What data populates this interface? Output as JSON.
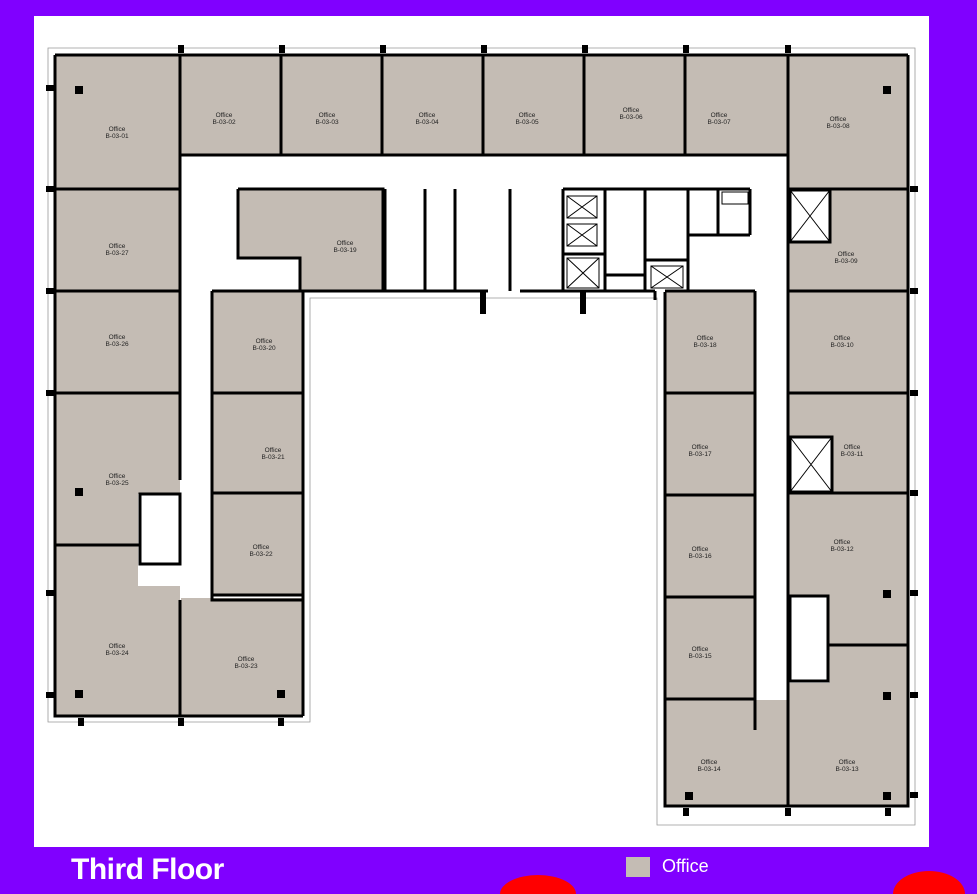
{
  "title": "Third Floor",
  "legend": {
    "items": [
      {
        "label": "Office",
        "color": "#c4bcb4"
      }
    ]
  },
  "colors": {
    "background": "#8000ff",
    "office_fill": "#c4bcb4",
    "wall": "#000000",
    "accent_blob": "#ff0000"
  },
  "rooms": [
    {
      "type": "Office",
      "id": "B-03-01"
    },
    {
      "type": "Office",
      "id": "B-03-02"
    },
    {
      "type": "Office",
      "id": "B-03-03"
    },
    {
      "type": "Office",
      "id": "B-03-04"
    },
    {
      "type": "Office",
      "id": "B-03-05"
    },
    {
      "type": "Office",
      "id": "B-03-06"
    },
    {
      "type": "Office",
      "id": "B-03-07"
    },
    {
      "type": "Office",
      "id": "B-03-08"
    },
    {
      "type": "Office",
      "id": "B-03-09"
    },
    {
      "type": "Office",
      "id": "B-03-10"
    },
    {
      "type": "Office",
      "id": "B-03-11"
    },
    {
      "type": "Office",
      "id": "B-03-12"
    },
    {
      "type": "Office",
      "id": "B-03-13"
    },
    {
      "type": "Office",
      "id": "B-03-14"
    },
    {
      "type": "Office",
      "id": "B-03-15"
    },
    {
      "type": "Office",
      "id": "B-03-16"
    },
    {
      "type": "Office",
      "id": "B-03-17"
    },
    {
      "type": "Office",
      "id": "B-03-18"
    },
    {
      "type": "Office",
      "id": "B-03-19"
    },
    {
      "type": "Office",
      "id": "B-03-20"
    },
    {
      "type": "Office",
      "id": "B-03-21"
    },
    {
      "type": "Office",
      "id": "B-03-22"
    },
    {
      "type": "Office",
      "id": "B-03-23"
    },
    {
      "type": "Office",
      "id": "B-03-24"
    },
    {
      "type": "Office",
      "id": "B-03-25"
    },
    {
      "type": "Office",
      "id": "B-03-26"
    },
    {
      "type": "Office",
      "id": "B-03-27"
    }
  ]
}
